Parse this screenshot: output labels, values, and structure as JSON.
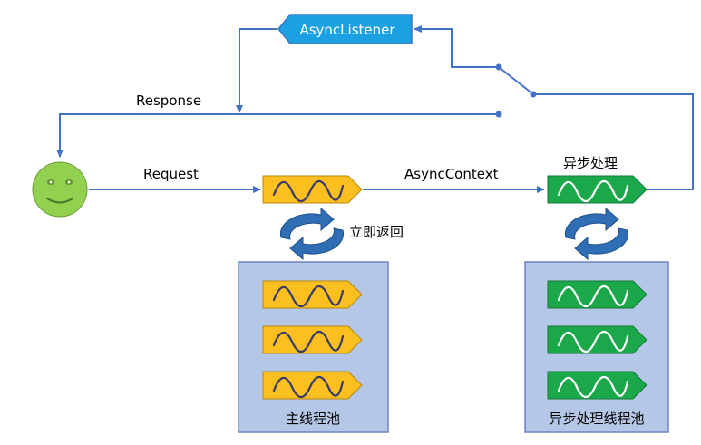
{
  "labels": {
    "async_listener": "AsyncListener",
    "response": "Response",
    "request": "Request",
    "async_context": "AsyncContext",
    "async_processing": "异步处理",
    "return_immediately": "立即返回",
    "main_thread_pool": "主线程池",
    "async_thread_pool": "异步处理线程池"
  },
  "colors": {
    "connector": "#4472c4",
    "listener_fill": "#1ba1e2",
    "main_worker_fill": "#fbbf1f",
    "main_worker_wave": "#3a3a6a",
    "async_worker_fill": "#1aa84a",
    "async_worker_wave": "#ffffff",
    "pool_fill": "#b4c7e7",
    "pool_border": "#6a86c1",
    "user_face": "#92d050",
    "cycle_arrow": "#2f6db5"
  },
  "icons": {
    "user": "smiley-face-icon",
    "cycle": "circular-arrows-icon",
    "worker": "wave-thread-icon"
  }
}
